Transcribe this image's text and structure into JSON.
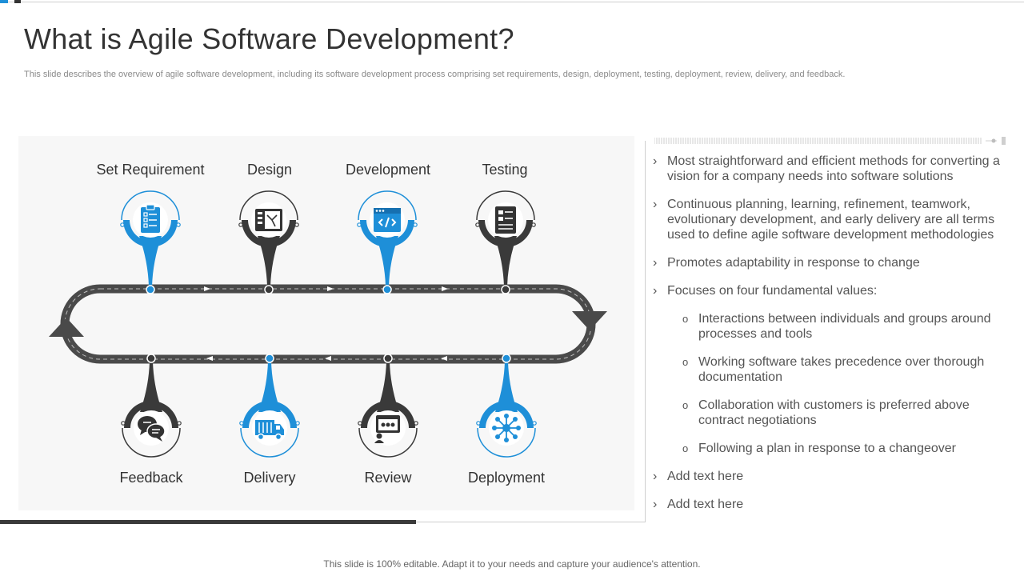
{
  "title": "What is Agile Software Development?",
  "subtitle": "This slide describes the overview of agile software development, including its software development process comprising set requirements, design, deployment, testing, deployment, review, delivery, and feedback.",
  "colors": {
    "accent": "#1e8fd8",
    "dark": "#3a3a3a",
    "track": "#4a4a4a",
    "panel": "#f7f7f7"
  },
  "top_steps": [
    {
      "label": "Set Requirement",
      "color": "blue",
      "icon": "checklist-icon"
    },
    {
      "label": "Design",
      "color": "dark",
      "icon": "design-board-icon"
    },
    {
      "label": "Development",
      "color": "blue",
      "icon": "code-window-icon"
    },
    {
      "label": "Testing",
      "color": "dark",
      "icon": "test-document-icon"
    }
  ],
  "bottom_steps": [
    {
      "label": "Feedback",
      "color": "dark",
      "icon": "chat-bubbles-icon"
    },
    {
      "label": "Delivery",
      "color": "blue",
      "icon": "delivery-truck-icon"
    },
    {
      "label": "Review",
      "color": "dark",
      "icon": "review-screen-icon"
    },
    {
      "label": "Deployment",
      "color": "blue",
      "icon": "network-hub-icon"
    }
  ],
  "bullets": [
    {
      "text": "Most straightforward and efficient methods for converting a vision for a company needs into software solutions"
    },
    {
      "text": "Continuous planning, learning, refinement, teamwork, evolutionary development, and early delivery are all terms used to define agile software development methodologies"
    },
    {
      "text": "Promotes adaptability in response to change"
    },
    {
      "text": "Focuses on four fundamental values:"
    }
  ],
  "values": [
    {
      "text": "Interactions between individuals and groups around processes and tools"
    },
    {
      "text": "Working software takes precedence over thorough documentation"
    },
    {
      "text": "Collaboration with customers is preferred above contract negotiations"
    },
    {
      "text": "Following a plan in response to a changeover"
    }
  ],
  "extra_bullets": [
    {
      "text": "Add text here"
    },
    {
      "text": "Add text here"
    }
  ],
  "bullet_marker": "›",
  "sub_marker": "o",
  "footer": "This slide is 100% editable. Adapt it to your needs and capture your audience's attention."
}
